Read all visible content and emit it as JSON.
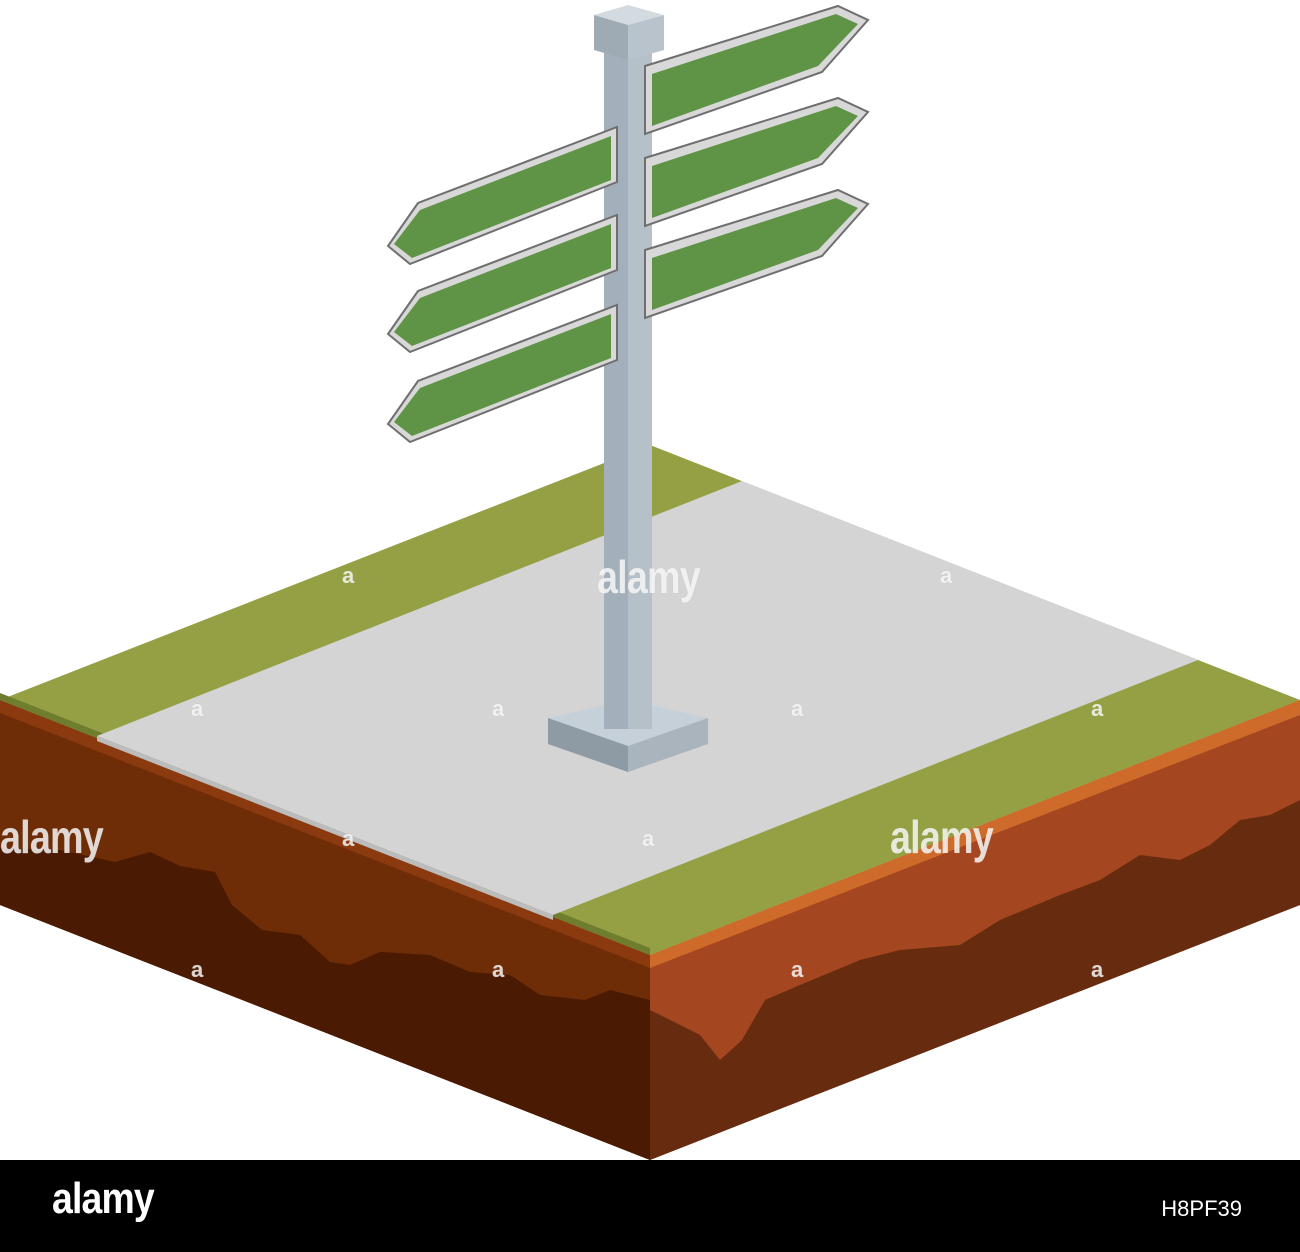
{
  "watermark": {
    "text": "alamy",
    "mark": "a"
  },
  "footer": {
    "logo": "alamy",
    "image_id": "H8PF39"
  },
  "colors": {
    "grass": "#94a043",
    "pavement": "#d4d4d4",
    "soil_top": "#cf6b2a",
    "soil_left": "#6e2c07",
    "soil_left_dark": "#4a1a02",
    "soil_right": "#a4461f",
    "soil_right_dark": "#672c0f",
    "sign_green": "#5f9447",
    "pole": "#a3b0bb",
    "background": "#ffffff",
    "footer": "#000000"
  }
}
